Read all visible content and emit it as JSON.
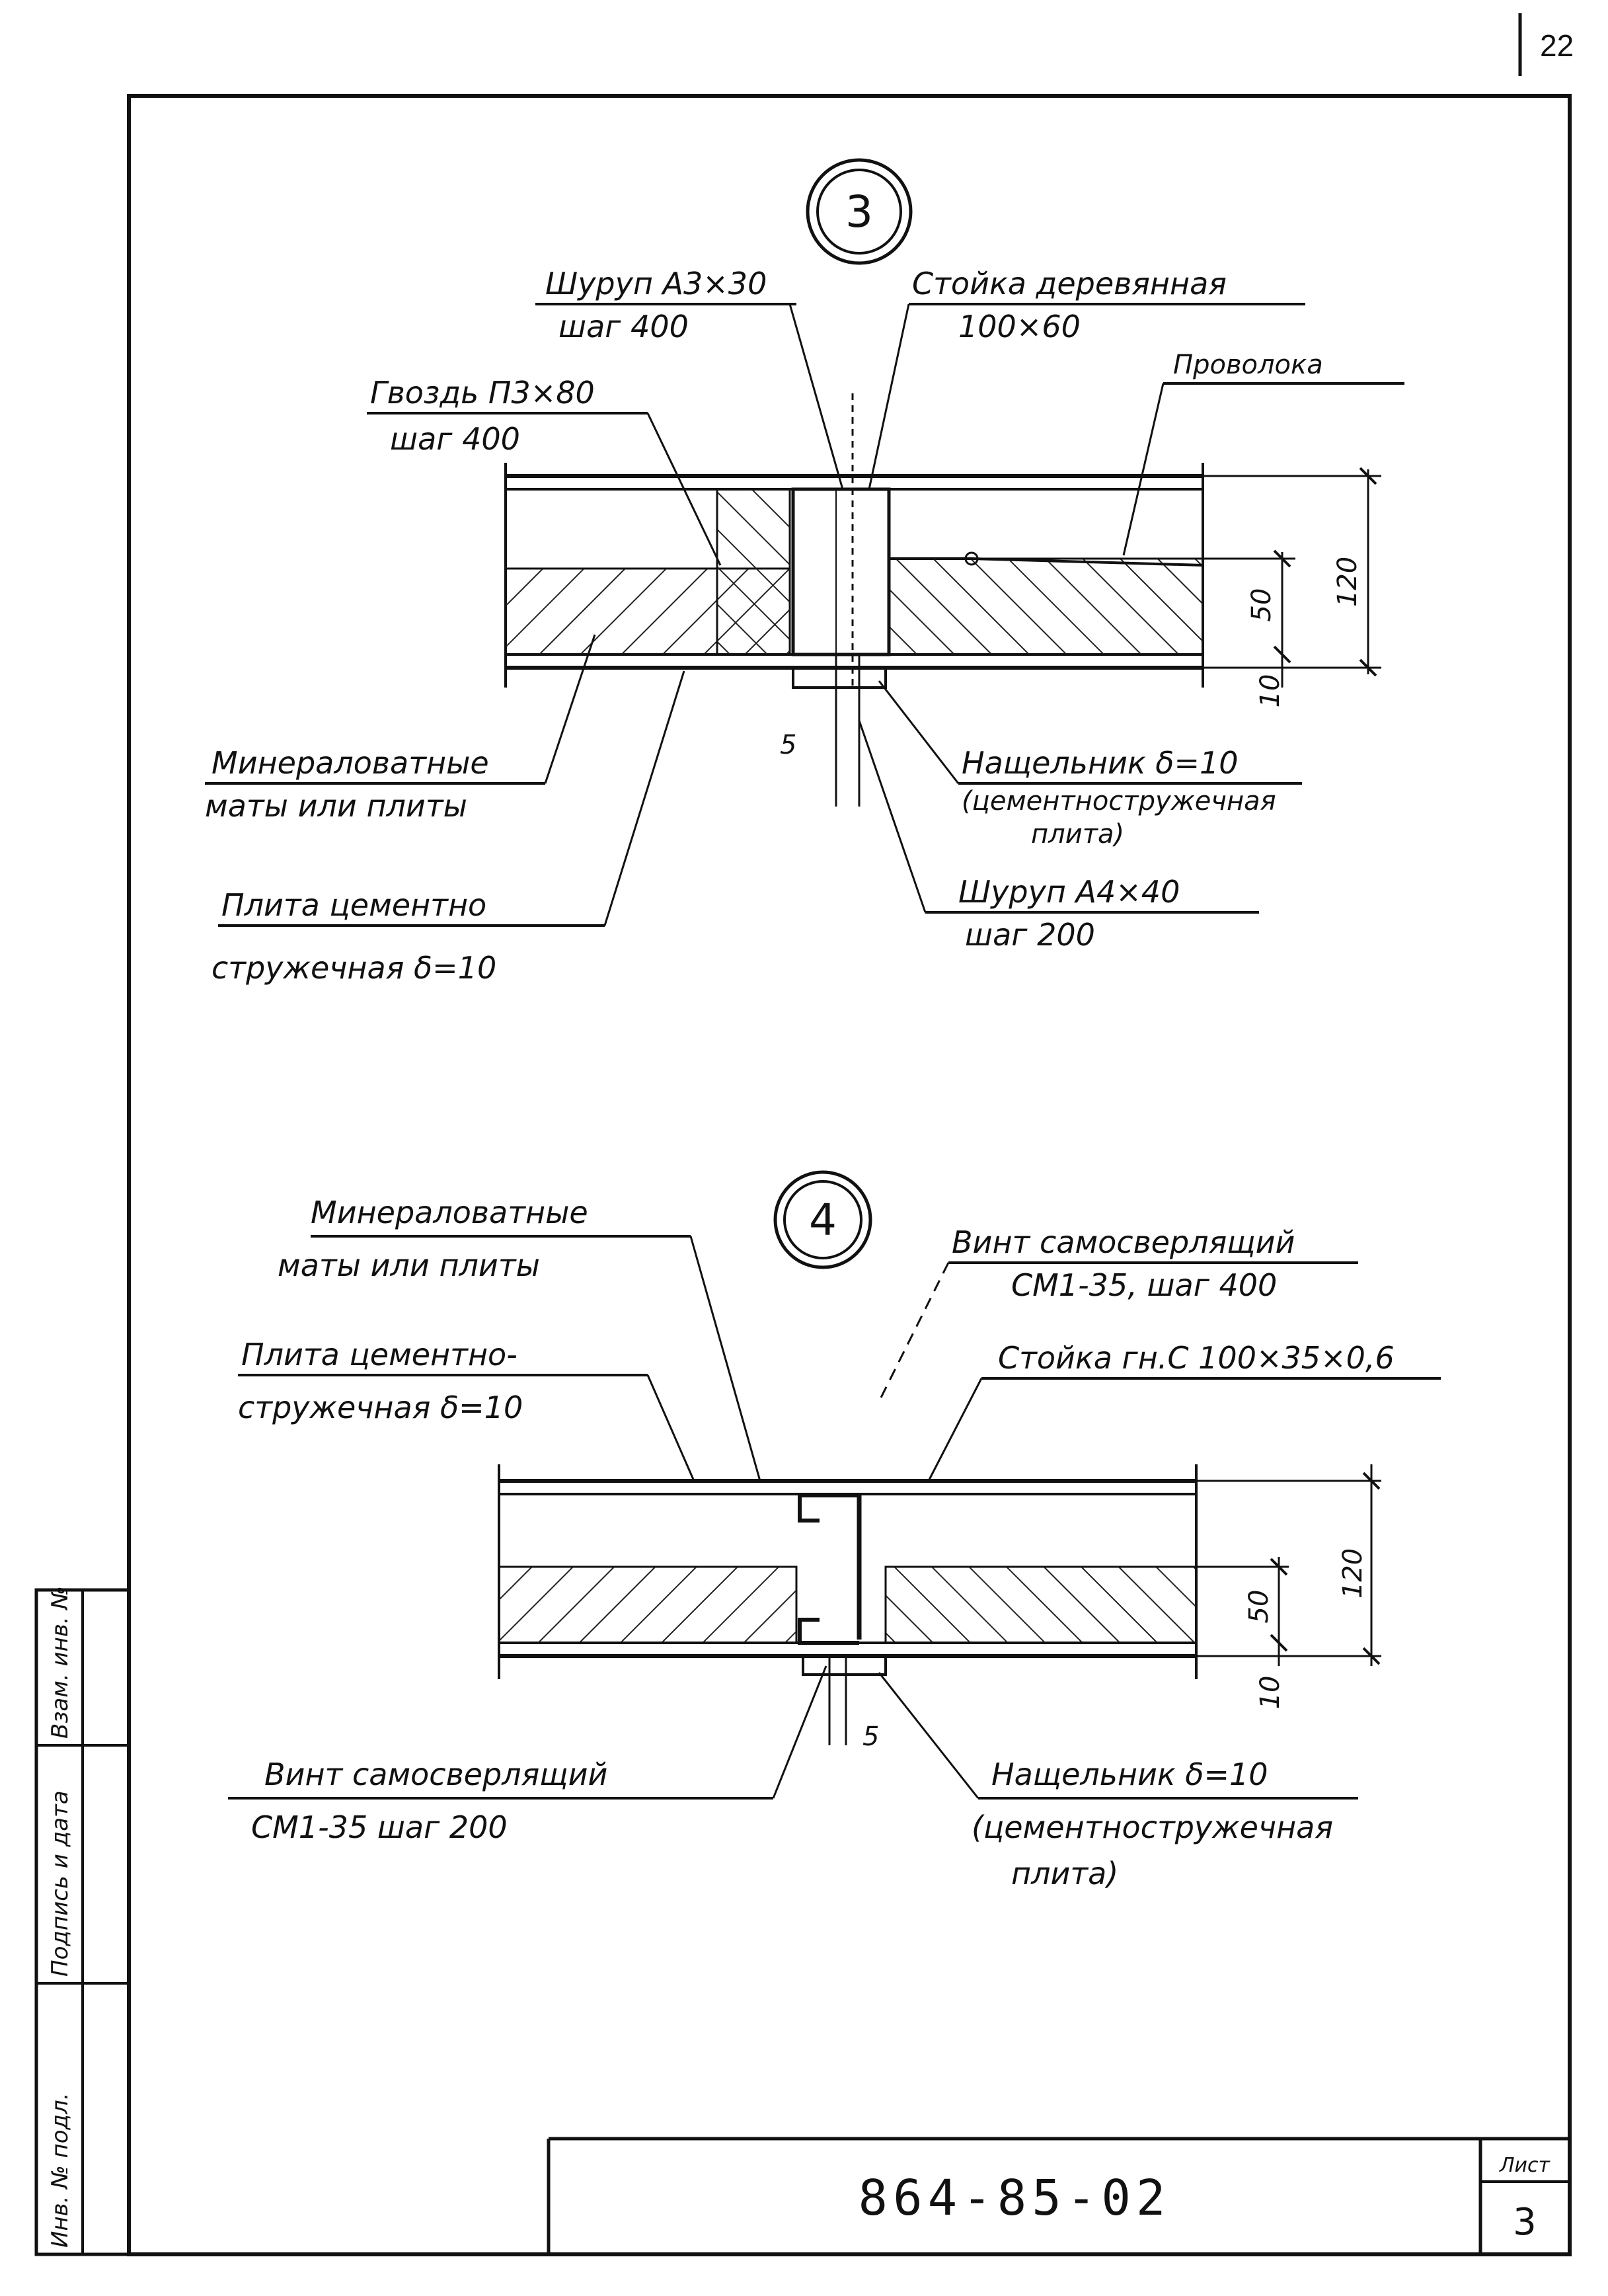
{
  "page_number": "22",
  "detail3": {
    "marker": "3",
    "screw_top": "Шуруп А3×30",
    "screw_top_step": "шаг 400",
    "stud": "Стойка деревянная",
    "stud_size": "100×60",
    "nail": "Гвоздь П3×80",
    "nail_step": "шаг 400",
    "wire": "Проволока",
    "mineral_1": "Минераловатные",
    "mineral_2": "маты или плиты",
    "cover": "Нащельник δ=10",
    "cover_2": "(цементностружечная",
    "cover_3": "плита)",
    "board_1": "Плита цементно",
    "board_2": "стружечная δ=10",
    "screw_bottom": "Шуруп А4×40",
    "screw_bottom_step": "шаг 200",
    "dim_120": "120",
    "dim_50": "50",
    "dim_10": "10",
    "dim_5": "5"
  },
  "detail4": {
    "marker": "4",
    "mineral_1": "Минераловатные",
    "mineral_2": "маты или плиты",
    "screw_top": "Винт самосверлящий",
    "screw_top_2": "СМ1-35, шаг 400",
    "board_1": "Плита цементно-",
    "board_2": "стружечная δ=10",
    "stud": "Стойка гн.С 100×35×0,6",
    "screw_bottom": "Винт самосверлящий",
    "screw_bottom_2": "СМ1-35 шаг 200",
    "cover": "Нащельник δ=10",
    "cover_2": "(цементностружечная",
    "cover_3": "плита)",
    "dim_120": "120",
    "dim_50": "50",
    "dim_10": "10",
    "dim_5": "5"
  },
  "side_stamp": {
    "col1": "Инв. № подл.",
    "col2": "Подпись и дата",
    "col3": "Взам. инв. №"
  },
  "title_block": {
    "code": "864-85-02",
    "sheet_label": "Лист",
    "sheet_number": "3"
  }
}
